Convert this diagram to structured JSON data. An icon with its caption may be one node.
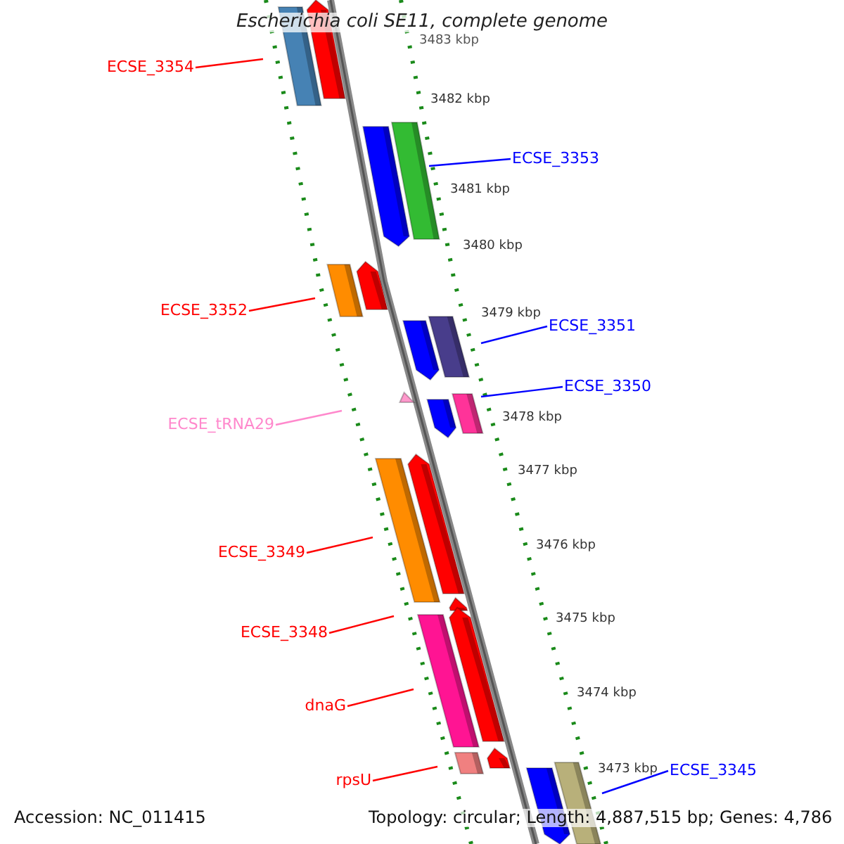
{
  "diagram": {
    "title": "Escherichia coli SE11, complete genome",
    "nodes": [
      {
        "text": [
          "ECSE_3354"
        ]
      },
      {
        "text": [
          "ECSE_3353"
        ]
      },
      {
        "text": [
          "ECSE_3352"
        ]
      },
      {
        "text": [
          "ECSE_3351"
        ]
      },
      {
        "text": [
          "ECSE_3350"
        ]
      },
      {
        "text": [
          "ECSE_tRNA29"
        ]
      },
      {
        "text": [
          "ECSE_3349"
        ]
      },
      {
        "text": [
          "ECSE_3348"
        ]
      },
      {
        "text": [
          "dnaG"
        ]
      },
      {
        "text": [
          "rpsU"
        ]
      },
      {
        "text": [
          "ECSE_3345"
        ]
      }
    ],
    "edges": [
      {
        "from": 0,
        "to": null,
        "arrow": "none"
      },
      {
        "from": 1,
        "to": null,
        "arrow": "none",
        "color": "#0000ff"
      },
      {
        "from": 2,
        "to": null,
        "arrow": "none"
      },
      {
        "from": 3,
        "to": null,
        "arrow": "none",
        "color": "#0000ff"
      },
      {
        "from": 4,
        "to": null,
        "arrow": "none",
        "color": "#0000ff"
      },
      {
        "from": 5,
        "to": null,
        "arrow": "none",
        "color": "#ff88cc"
      },
      {
        "from": 6,
        "to": null,
        "arrow": "none"
      },
      {
        "from": 7,
        "to": null,
        "arrow": "none"
      },
      {
        "from": 8,
        "to": null,
        "arrow": "none"
      },
      {
        "from": 9,
        "to": null,
        "arrow": "none"
      },
      {
        "from": 10,
        "to": null,
        "arrow": "none",
        "color": "#0000ff"
      }
    ],
    "labels": [
      "3483 kbp",
      "3482 kbp",
      "3481 kbp",
      "3480 kbp",
      "3479 kbp",
      "3478 kbp",
      "3477 kbp",
      "3476 kbp",
      "3475 kbp",
      "3474 kbp",
      "3473 kbp",
      "Accession: NC_011415",
      "Topology: circular; Length: 4,887,515 bp; Genes: 4,786"
    ]
  }
}
